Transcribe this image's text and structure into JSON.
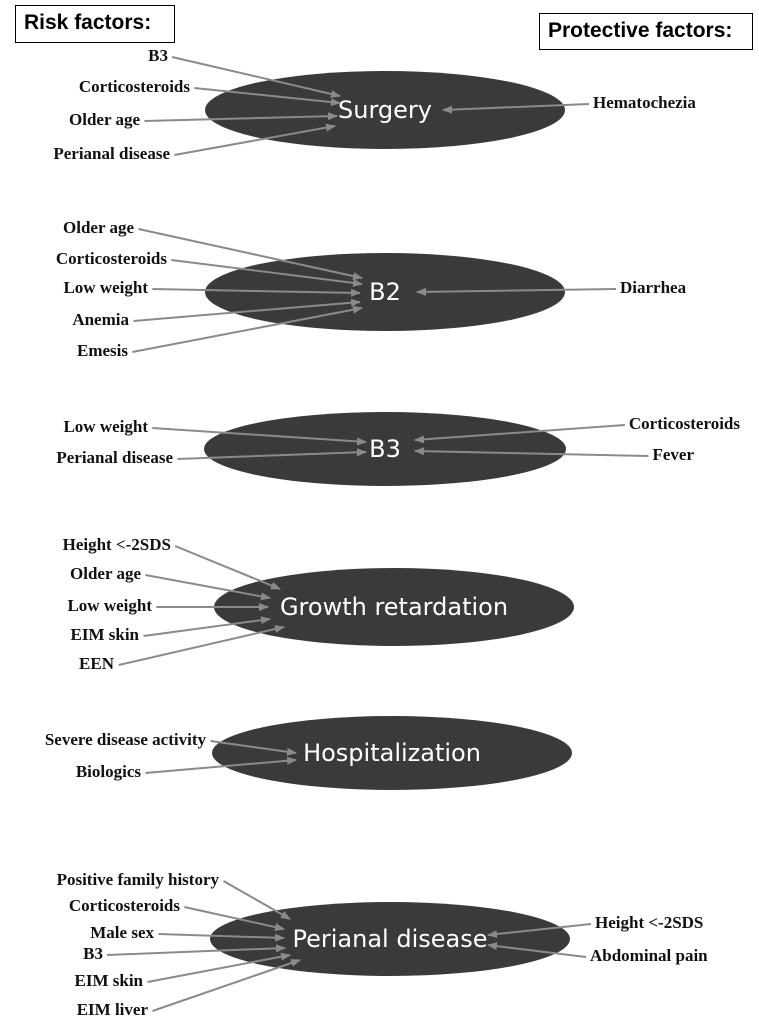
{
  "headers": {
    "risk": "Risk factors:",
    "protective": "Protective factors:"
  },
  "colors": {
    "ellipse": "#3a3a3a",
    "arrow": "#8a8a8a",
    "outcome_text": "#ffffff",
    "factor_text": "#111111"
  },
  "outcomes": [
    {
      "id": "surgery",
      "label": "Surgery",
      "risk_factors": [
        "B3",
        "Corticosteroids",
        "Older age",
        "Perianal disease"
      ],
      "protective_factors": [
        "Hematochezia"
      ]
    },
    {
      "id": "b2",
      "label": "B2",
      "risk_factors": [
        "Older age",
        "Corticosteroids",
        "Low weight",
        "Anemia",
        "Emesis"
      ],
      "protective_factors": [
        "Diarrhea"
      ]
    },
    {
      "id": "b3",
      "label": "B3",
      "risk_factors": [
        "Low weight",
        "Perianal disease"
      ],
      "protective_factors": [
        "Corticosteroids",
        "Fever"
      ]
    },
    {
      "id": "growth-retardation",
      "label": "Growth retardation",
      "risk_factors": [
        "Height <-2SDS",
        "Older age",
        "Low weight",
        "EIM skin",
        "EEN"
      ],
      "protective_factors": []
    },
    {
      "id": "hospitalization",
      "label": "Hospitalization",
      "risk_factors": [
        "Severe disease activity",
        "Biologics"
      ],
      "protective_factors": []
    },
    {
      "id": "perianal-disease",
      "label": "Perianal disease",
      "risk_factors": [
        "Positive family history",
        "Corticosteroids",
        "Male sex",
        "B3",
        "EIM skin",
        "EIM liver"
      ],
      "protective_factors": [
        "Height <-2SDS",
        "Abdominal pain"
      ]
    }
  ]
}
